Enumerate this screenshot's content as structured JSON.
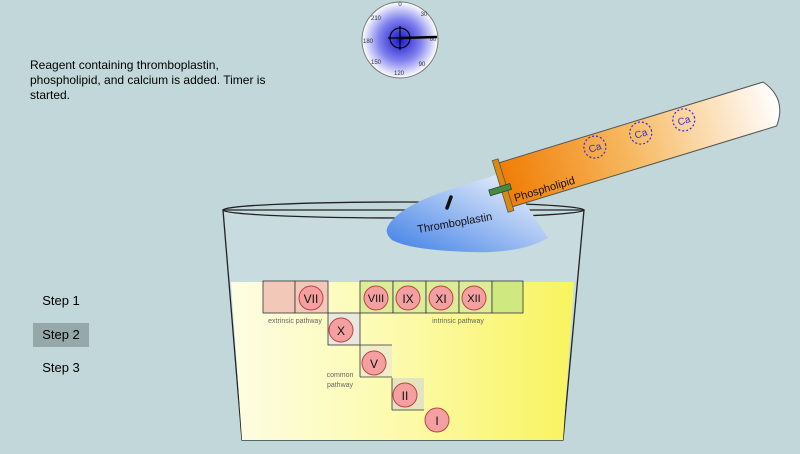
{
  "description": "Reagent containing thromboplastin, phospholipid, and calcium is added. Timer is started.",
  "timer": {
    "dial_labels": [
      "0",
      "30",
      "60",
      "90",
      "120",
      "150",
      "180",
      "210"
    ]
  },
  "reagents": {
    "thromboplastin": "Thromboplastin",
    "phospholipid": "Phospholipid",
    "calcium": [
      "Ca",
      "Ca",
      "Ca"
    ]
  },
  "steps": [
    {
      "label": "Step 1",
      "active": false
    },
    {
      "label": "Step 2",
      "active": true
    },
    {
      "label": "Step 3",
      "active": false
    }
  ],
  "cascade": {
    "extrinsic_label": "extrinsic pathway",
    "intrinsic_label": "intrinsic pathway",
    "common_label_line1": "common",
    "common_label_line2": "pathway",
    "factors": [
      "VII",
      "VIII",
      "IX",
      "XI",
      "XII",
      "X",
      "V",
      "II",
      "I"
    ]
  },
  "colors": {
    "background": "#c1d7da",
    "liquid": "#fbf76a",
    "factor_fill": "#f4a0a0",
    "tube": "#f28a0c",
    "calcium": "#3a2fd0",
    "thromboplastin": "#4a86e8",
    "active_step": "#96a9aa"
  }
}
